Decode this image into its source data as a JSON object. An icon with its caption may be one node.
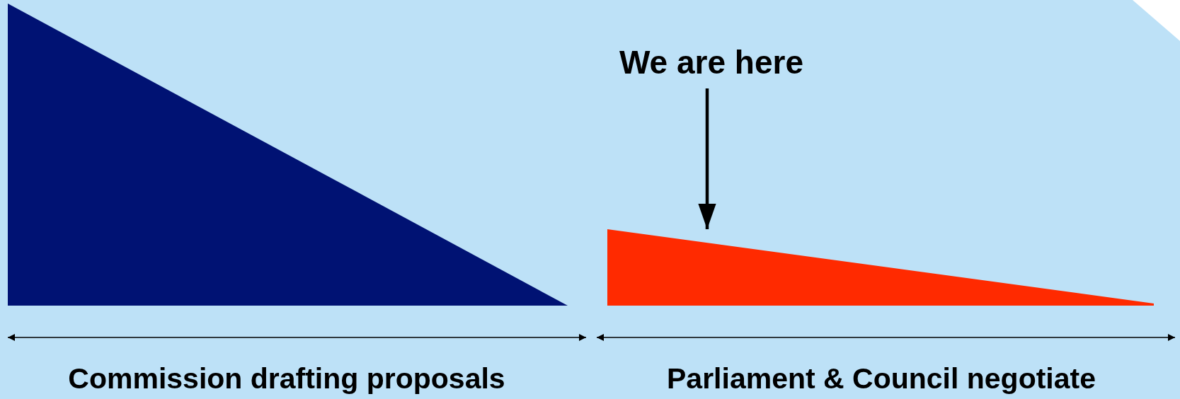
{
  "diagram": {
    "nodes": [
      {
        "text": [],
        "shape": "triangle"
      },
      {
        "text": [
          "We are here"
        ]
      },
      {
        "text": [],
        "shape": "triangle"
      }
    ],
    "edges": [
      {
        "from": 1,
        "to": 2,
        "arrow": "to"
      }
    ],
    "labels": [
      "Commission drafting proposals",
      "Parliament & Council negotiate"
    ]
  }
}
